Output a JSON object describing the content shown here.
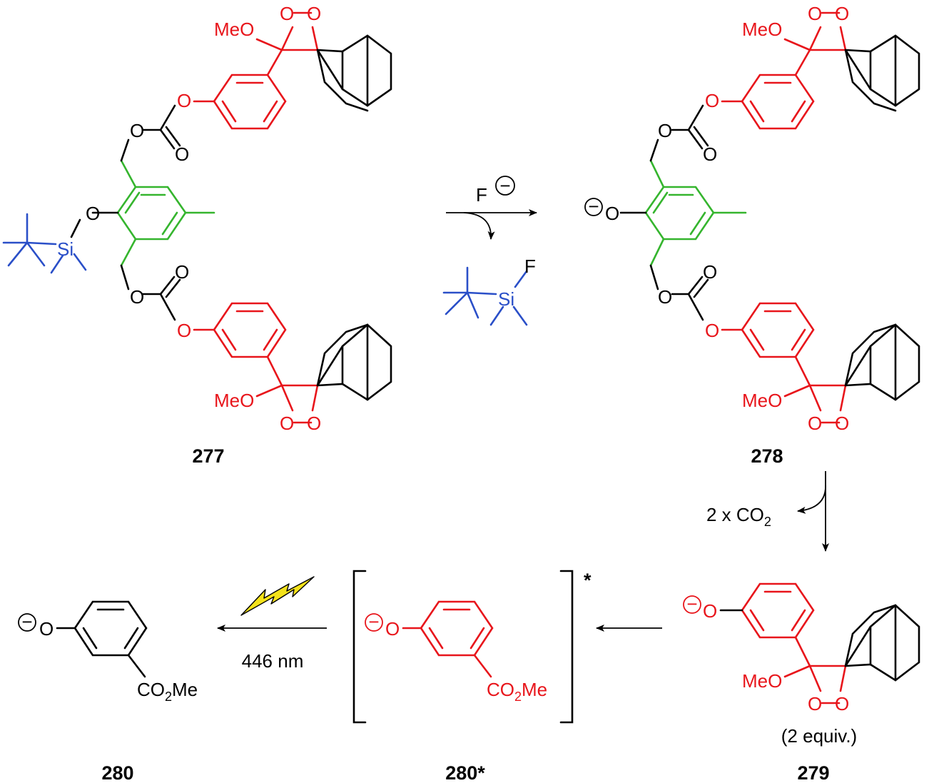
{
  "compounds": {
    "c277": "277",
    "c278": "278",
    "c279": "279",
    "c280": "280",
    "c280s": "280*"
  },
  "reagents": {
    "fluoride": "F",
    "co2_prefix": "2 x CO",
    "co2_sub": "2",
    "wavelength": "446 nm",
    "equiv": "(2 equiv.)",
    "excited": "*"
  },
  "atoms": {
    "O": "O",
    "MeO": "MeO",
    "Si": "Si",
    "F": "F",
    "minus": "−",
    "co2me_a": "CO",
    "co2me_sub": "2",
    "co2me_b": "Me"
  },
  "colors": {
    "dioxetane": "#e8151b",
    "linker_ring": "#35b52e",
    "silyl": "#2a4fc8",
    "lightning": "#f4e21a"
  }
}
